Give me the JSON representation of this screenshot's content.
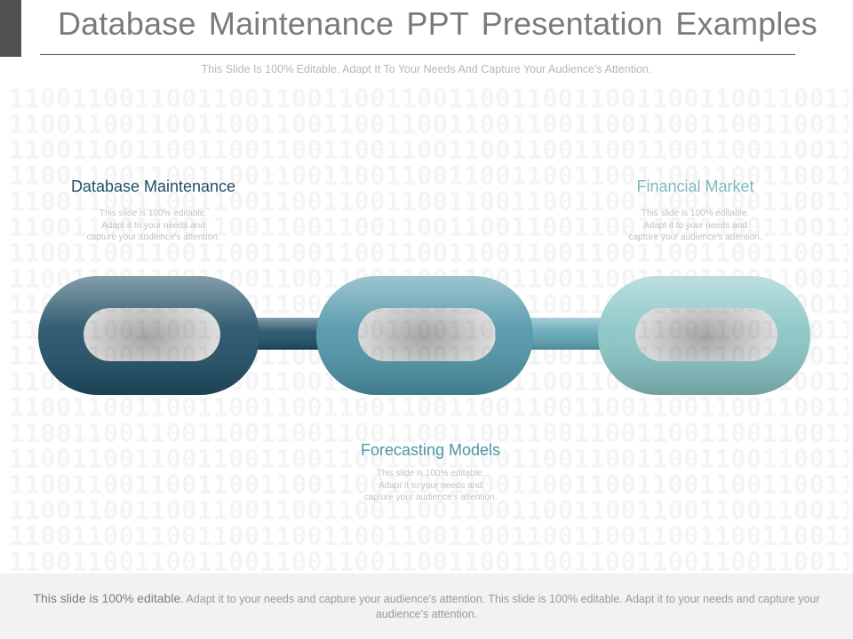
{
  "slide": {
    "title": "Database Maintenance PPT Presentation Examples",
    "subtitle": "This Slide Is 100% Editable. Adapt It To Your Needs And Capture Your Audience's Attention.",
    "background_pattern": "1100110011001100110011001100110011001100110011001100110011001100"
  },
  "links": [
    {
      "heading": "Database Maintenance",
      "body": "This slide is 100% editable.\nAdapt it to your needs and\ncapture your audience's attention.",
      "color": "#1f4e65"
    },
    {
      "heading": "Forecasting Models",
      "body": "This slide is 100% editable.\nAdapt it to your needs and\ncapture your audience's attention.",
      "color": "#4d95a8"
    },
    {
      "heading": "Financial Market",
      "body": "This slide is 100% editable.\nAdapt it to your needs and\ncapture your audience's attention.",
      "color": "#87c4c4"
    }
  ],
  "footer": {
    "lead": "This slide is 100% editable",
    "rest": ". Adapt it to your needs and capture your audience's attention. This slide is 100% editable. Adapt it to your needs and capture your audience's attention."
  }
}
